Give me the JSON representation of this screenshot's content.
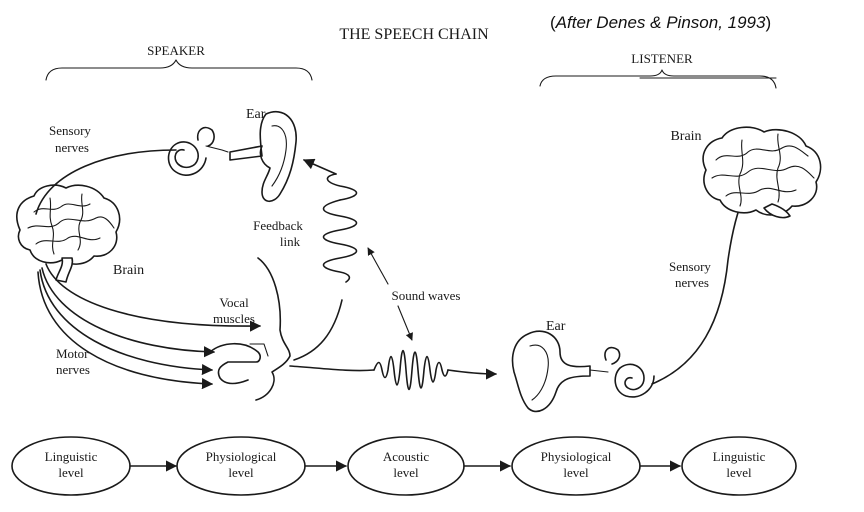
{
  "title": "THE SPEECH CHAIN",
  "citation": {
    "open": "(",
    "text": "After Denes & Pinson, 1993",
    "close": ")"
  },
  "speaker": {
    "heading": "SPEAKER",
    "labels": {
      "ear": "Ear",
      "sensory_line1": "Sensory",
      "sensory_line2": "nerves",
      "feedback_line1": "Feedback",
      "feedback_line2": "link",
      "brain": "Brain",
      "vocal_line1": "Vocal",
      "vocal_line2": "muscles",
      "motor_line1": "Motor",
      "motor_line2": "nerves"
    }
  },
  "listener": {
    "heading": "LISTENER",
    "labels": {
      "brain": "Brain",
      "sensory_line1": "Sensory",
      "sensory_line2": "nerves",
      "ear": "Ear"
    }
  },
  "sound_waves": "Sound waves",
  "levels": [
    {
      "line1": "Linguistic",
      "line2": "level"
    },
    {
      "line1": "Physiological",
      "line2": "level"
    },
    {
      "line1": "Acoustic",
      "line2": "level"
    },
    {
      "line1": "Physiological",
      "line2": "level"
    },
    {
      "line1": "Linguistic",
      "line2": "level"
    }
  ],
  "colors": {
    "ink": "#1a1a1a",
    "background": "#ffffff"
  }
}
